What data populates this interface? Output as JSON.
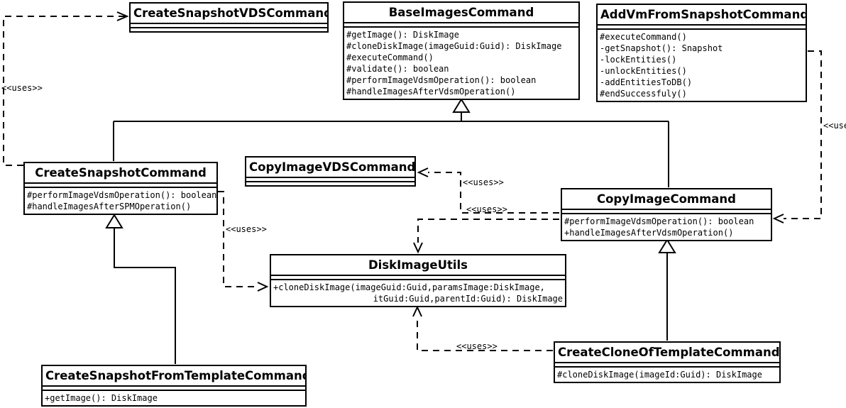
{
  "colors": {
    "background": "#ffffff",
    "foreground": "#000000"
  },
  "classes": [
    {
      "name": "CreateSnapshotVDSCommand",
      "methods": []
    },
    {
      "name": "BaseImagesCommand",
      "methods": [
        "#getImage(): DiskImage",
        "#cloneDiskImage(imageGuid:Guid): DiskImage",
        "#executeCommand()",
        "#validate(): boolean",
        "#performImageVdsmOperation(): boolean",
        "#handleImagesAfterVdsmOperation()"
      ]
    },
    {
      "name": "AddVmFromSnapshotCommand",
      "methods": [
        "#executeCommand()",
        "-getSnapshot(): Snapshot",
        "-lockEntities()",
        "-unlockEntities()",
        "-addEntitiesToDB()",
        "#endSuccessfuly()"
      ]
    },
    {
      "name": "CreateSnapshotCommand",
      "methods": [
        "#performImageVdsmOperation(): boolean",
        "#handleImagesAfterSPMOperation()"
      ]
    },
    {
      "name": "CopyImageVDSCommand",
      "methods": []
    },
    {
      "name": "CopyImageCommand",
      "methods": [
        "#performImageVdsmOperation(): boolean",
        "+handleImagesAfterVdsmOperation()"
      ]
    },
    {
      "name": "DiskImageUtils",
      "methods": [
        "+cloneDiskImage(imageGuid:Guid,paramsImage:DiskImage,",
        "itGuid:Guid,parentId:Guid): DiskImage"
      ]
    },
    {
      "name": "CreateCloneOfTemplateCommand",
      "methods": [
        "#cloneDiskImage(imageId:Guid): DiskImage"
      ]
    },
    {
      "name": "CreateSnapshotFromTemplateCommand",
      "methods": [
        "+getImage(): DiskImage"
      ]
    }
  ],
  "relationships": {
    "generalizations": [
      {
        "from": "CreateSnapshotCommand",
        "to": "BaseImagesCommand"
      },
      {
        "from": "CopyImageCommand",
        "to": "BaseImagesCommand"
      },
      {
        "from": "CreateSnapshotFromTemplateCommand",
        "to": "CreateSnapshotCommand"
      },
      {
        "from": "CreateCloneOfTemplateCommand",
        "to": "CopyImageCommand"
      }
    ],
    "dependencies": [
      {
        "from": "CreateSnapshotCommand",
        "to": "CreateSnapshotVDSCommand",
        "label": "<<uses>>"
      },
      {
        "from": "CreateSnapshotCommand",
        "to": "DiskImageUtils",
        "label": "<<uses>>"
      },
      {
        "from": "CopyImageCommand",
        "to": "CopyImageVDSCommand",
        "label": "<<uses>>"
      },
      {
        "from": "CopyImageCommand",
        "to": "DiskImageUtils",
        "label": "<<uses>>"
      },
      {
        "from": "CreateCloneOfTemplateCommand",
        "to": "DiskImageUtils",
        "label": "<<uses>>"
      },
      {
        "from": "AddVmFromSnapshotCommand",
        "to": "CopyImageCommand",
        "label": "<<uses>>"
      }
    ]
  }
}
